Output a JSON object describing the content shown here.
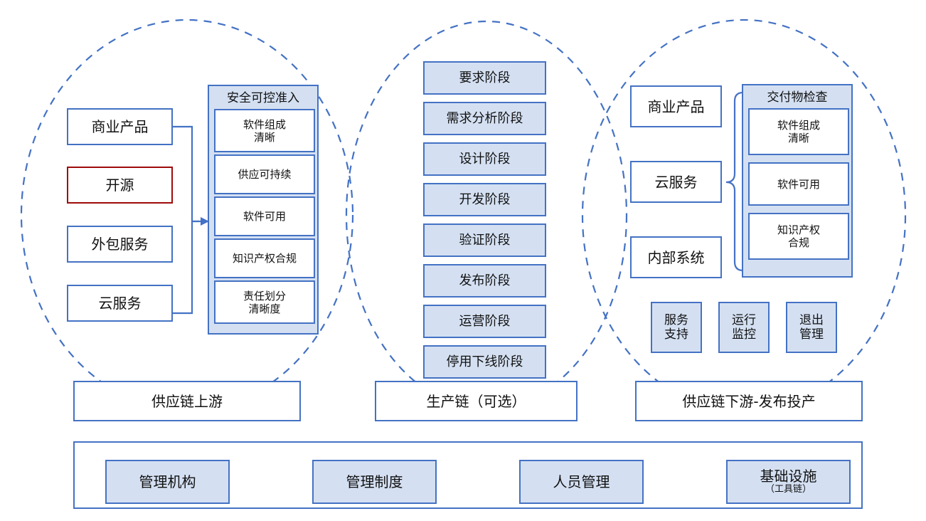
{
  "diagram": {
    "title_visible": false,
    "colors": {
      "node_border": "#4472c4",
      "node_fill_light": "#d4e0f2",
      "highlight_border": "#9e0b0b",
      "ellipse_stroke": "#4472c4",
      "background": "#ffffff"
    }
  },
  "upstream": {
    "sources": [
      {
        "label": "商业产品",
        "highlight": false
      },
      {
        "label": "开源",
        "highlight": true
      },
      {
        "label": "外包服务",
        "highlight": false
      },
      {
        "label": "云服务",
        "highlight": false
      }
    ],
    "gate": {
      "title": "安全可控准入",
      "items": [
        "软件组成\n清晰",
        "供应可持续",
        "软件可用",
        "知识产权合规",
        "责任划分\n清晰度"
      ]
    },
    "caption": "供应链上游"
  },
  "production": {
    "stages": [
      "要求阶段",
      "需求分析阶段",
      "设计阶段",
      "开发阶段",
      "验证阶段",
      "发布阶段",
      "运营阶段",
      "停用下线阶段"
    ],
    "caption": "生产链（可选）"
  },
  "downstream": {
    "sources": [
      "商业产品",
      "云服务",
      "内部系统"
    ],
    "gate": {
      "title": "交付物检查",
      "items": [
        "软件组成\n清晰",
        "软件可用",
        "知识产权\n合规"
      ]
    },
    "operations": [
      "服务\n支持",
      "运行\n监控",
      "退出\n管理"
    ],
    "caption": "供应链下游-发布投产"
  },
  "foundation": {
    "items": [
      {
        "label": "管理机构",
        "sub": ""
      },
      {
        "label": "管理制度",
        "sub": ""
      },
      {
        "label": "人员管理",
        "sub": ""
      },
      {
        "label": "基础设施",
        "sub": "（工具链）"
      }
    ]
  }
}
